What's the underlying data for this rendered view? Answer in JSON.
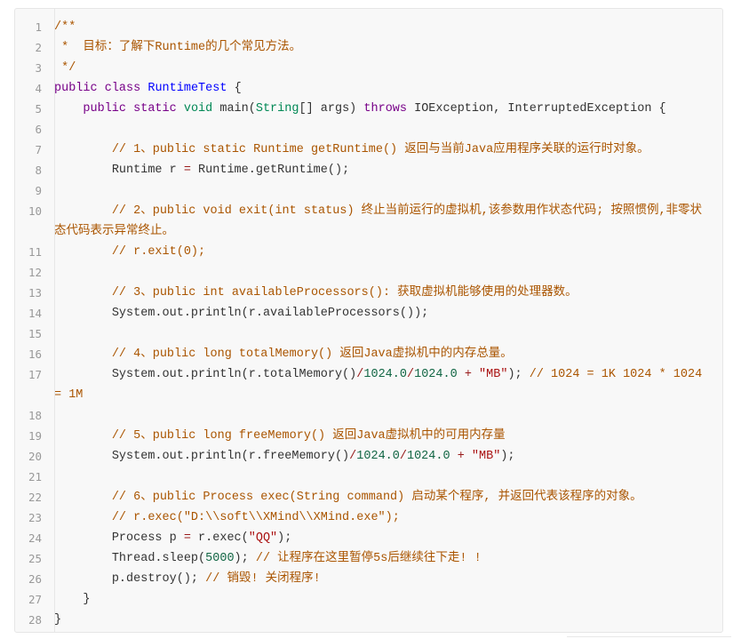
{
  "code_block": {
    "language": "java",
    "lines": [
      {
        "n": "1",
        "tokens": [
          {
            "t": "/**",
            "c": "comment"
          }
        ]
      },
      {
        "n": "2",
        "tokens": [
          {
            "t": " *  目标：了解下Runtime的几个常见方法。",
            "c": "comment"
          }
        ]
      },
      {
        "n": "3",
        "tokens": [
          {
            "t": " */",
            "c": "comment"
          }
        ]
      },
      {
        "n": "4",
        "tokens": [
          {
            "t": "public",
            "c": "keyword"
          },
          {
            "t": " ",
            "c": "plain"
          },
          {
            "t": "class",
            "c": "keyword"
          },
          {
            "t": " ",
            "c": "plain"
          },
          {
            "t": "RuntimeTest",
            "c": "def"
          },
          {
            "t": " {",
            "c": "plain"
          }
        ]
      },
      {
        "n": "5",
        "tokens": [
          {
            "t": "    ",
            "c": "plain"
          },
          {
            "t": "public",
            "c": "keyword"
          },
          {
            "t": " ",
            "c": "plain"
          },
          {
            "t": "static",
            "c": "keyword"
          },
          {
            "t": " ",
            "c": "plain"
          },
          {
            "t": "void",
            "c": "type"
          },
          {
            "t": " main(",
            "c": "plain"
          },
          {
            "t": "String",
            "c": "type"
          },
          {
            "t": "[] args) ",
            "c": "plain"
          },
          {
            "t": "throws",
            "c": "keyword"
          },
          {
            "t": " IOException, InterruptedException {",
            "c": "plain"
          }
        ]
      },
      {
        "n": "6",
        "tokens": []
      },
      {
        "n": "7",
        "tokens": [
          {
            "t": "        ",
            "c": "plain"
          },
          {
            "t": "// 1、public static Runtime getRuntime() 返回与当前Java应用程序关联的运行时对象。",
            "c": "comment"
          }
        ]
      },
      {
        "n": "8",
        "tokens": [
          {
            "t": "        Runtime r ",
            "c": "plain"
          },
          {
            "t": "=",
            "c": "op"
          },
          {
            "t": " Runtime.getRuntime();",
            "c": "plain"
          }
        ]
      },
      {
        "n": "9",
        "tokens": []
      },
      {
        "n": "10",
        "tokens": [
          {
            "t": "        ",
            "c": "plain"
          },
          {
            "t": "// 2、public void exit(int status) 终止当前运行的虚拟机,该参数用作状态代码; 按照惯例,非零状态代码表示异常终止。",
            "c": "comment"
          }
        ]
      },
      {
        "n": "11",
        "tokens": [
          {
            "t": "        ",
            "c": "plain"
          },
          {
            "t": "// r.exit(0);",
            "c": "comment"
          }
        ]
      },
      {
        "n": "12",
        "tokens": []
      },
      {
        "n": "13",
        "tokens": [
          {
            "t": "        ",
            "c": "plain"
          },
          {
            "t": "// 3、public int availableProcessors(): 获取虚拟机能够使用的处理器数。",
            "c": "comment"
          }
        ]
      },
      {
        "n": "14",
        "tokens": [
          {
            "t": "        System.out.println(r.availableProcessors());",
            "c": "plain"
          }
        ]
      },
      {
        "n": "15",
        "tokens": []
      },
      {
        "n": "16",
        "tokens": [
          {
            "t": "        ",
            "c": "plain"
          },
          {
            "t": "// 4、public long totalMemory() 返回Java虚拟机中的内存总量。",
            "c": "comment"
          }
        ]
      },
      {
        "n": "17",
        "tokens": [
          {
            "t": "        System.out.println(r.totalMemory()",
            "c": "plain"
          },
          {
            "t": "/",
            "c": "op"
          },
          {
            "t": "1024.0",
            "c": "number"
          },
          {
            "t": "/",
            "c": "op"
          },
          {
            "t": "1024.0",
            "c": "number"
          },
          {
            "t": " ",
            "c": "plain"
          },
          {
            "t": "+",
            "c": "op"
          },
          {
            "t": " ",
            "c": "plain"
          },
          {
            "t": "\"MB\"",
            "c": "string"
          },
          {
            "t": "); ",
            "c": "plain"
          },
          {
            "t": "// 1024 = 1K 1024 * 1024 = 1M",
            "c": "comment"
          }
        ]
      },
      {
        "n": "18",
        "tokens": []
      },
      {
        "n": "19",
        "tokens": [
          {
            "t": "        ",
            "c": "plain"
          },
          {
            "t": "// 5、public long freeMemory() 返回Java虚拟机中的可用内存量",
            "c": "comment"
          }
        ]
      },
      {
        "n": "20",
        "tokens": [
          {
            "t": "        System.out.println(r.freeMemory()",
            "c": "plain"
          },
          {
            "t": "/",
            "c": "op"
          },
          {
            "t": "1024.0",
            "c": "number"
          },
          {
            "t": "/",
            "c": "op"
          },
          {
            "t": "1024.0",
            "c": "number"
          },
          {
            "t": " ",
            "c": "plain"
          },
          {
            "t": "+",
            "c": "op"
          },
          {
            "t": " ",
            "c": "plain"
          },
          {
            "t": "\"MB\"",
            "c": "string"
          },
          {
            "t": ");",
            "c": "plain"
          }
        ]
      },
      {
        "n": "21",
        "tokens": []
      },
      {
        "n": "22",
        "tokens": [
          {
            "t": "        ",
            "c": "plain"
          },
          {
            "t": "// 6、public Process exec(String command) 启动某个程序, 并返回代表该程序的对象。",
            "c": "comment"
          }
        ]
      },
      {
        "n": "23",
        "tokens": [
          {
            "t": "        ",
            "c": "plain"
          },
          {
            "t": "// r.exec(\"D:\\\\soft\\\\XMind\\\\XMind.exe\");",
            "c": "comment"
          }
        ]
      },
      {
        "n": "24",
        "tokens": [
          {
            "t": "        Process p ",
            "c": "plain"
          },
          {
            "t": "=",
            "c": "op"
          },
          {
            "t": " r.exec(",
            "c": "plain"
          },
          {
            "t": "\"QQ\"",
            "c": "string"
          },
          {
            "t": ");",
            "c": "plain"
          }
        ]
      },
      {
        "n": "25",
        "tokens": [
          {
            "t": "        Thread.sleep(",
            "c": "plain"
          },
          {
            "t": "5000",
            "c": "number"
          },
          {
            "t": "); ",
            "c": "plain"
          },
          {
            "t": "// 让程序在这里暂停5s后继续往下走! !",
            "c": "comment"
          }
        ]
      },
      {
        "n": "26",
        "tokens": [
          {
            "t": "        p.destroy(); ",
            "c": "plain"
          },
          {
            "t": "// 销毁! 关闭程序!",
            "c": "comment"
          }
        ]
      },
      {
        "n": "27",
        "tokens": [
          {
            "t": "    }",
            "c": "plain"
          }
        ]
      },
      {
        "n": "28",
        "tokens": [
          {
            "t": "}",
            "c": "plain"
          }
        ]
      }
    ]
  },
  "colors": {
    "background": "#f8f8f8",
    "border": "#e6e6e6",
    "line_number": "#999999",
    "comment": "#aa5500",
    "keyword": "#770088",
    "def": "#0000ff",
    "type": "#008855",
    "number": "#116644",
    "string": "#aa1111",
    "plain": "#333333"
  }
}
